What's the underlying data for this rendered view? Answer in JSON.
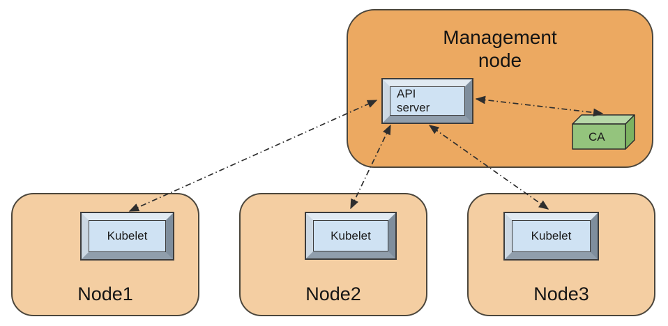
{
  "diagram": {
    "title_hint": "Kubernetes certificate / kubelet registration topology",
    "management_node": {
      "label": "Management node",
      "api_server_label": "API server",
      "ca_label": "CA"
    },
    "nodes": [
      {
        "label": "Node1",
        "component": "Kubelet"
      },
      {
        "label": "Node2",
        "component": "Kubelet"
      },
      {
        "label": "Node3",
        "component": "Kubelet"
      }
    ],
    "connections": [
      {
        "from": "kubelet-node1",
        "to": "api-server",
        "style": "dash-dot",
        "bidirectional": true
      },
      {
        "from": "kubelet-node2",
        "to": "api-server",
        "style": "dash-dot",
        "bidirectional": true
      },
      {
        "from": "kubelet-node3",
        "to": "api-server",
        "style": "dash-dot",
        "bidirectional": true
      },
      {
        "from": "api-server",
        "to": "ca",
        "style": "dash-dot",
        "bidirectional": true
      }
    ],
    "colors": {
      "management_fill": "#ECA961",
      "node_fill": "#F4CEA2",
      "box_face": "#CFE2F3",
      "bevel_light": "#E1EAF2",
      "bevel_dark": "#7F8E9D",
      "ca_front": "#94C47D",
      "ca_top": "#B7D8A8",
      "ca_side": "#7DB261",
      "outline": "#4B463C",
      "arrow": "#2E2E2E"
    }
  }
}
